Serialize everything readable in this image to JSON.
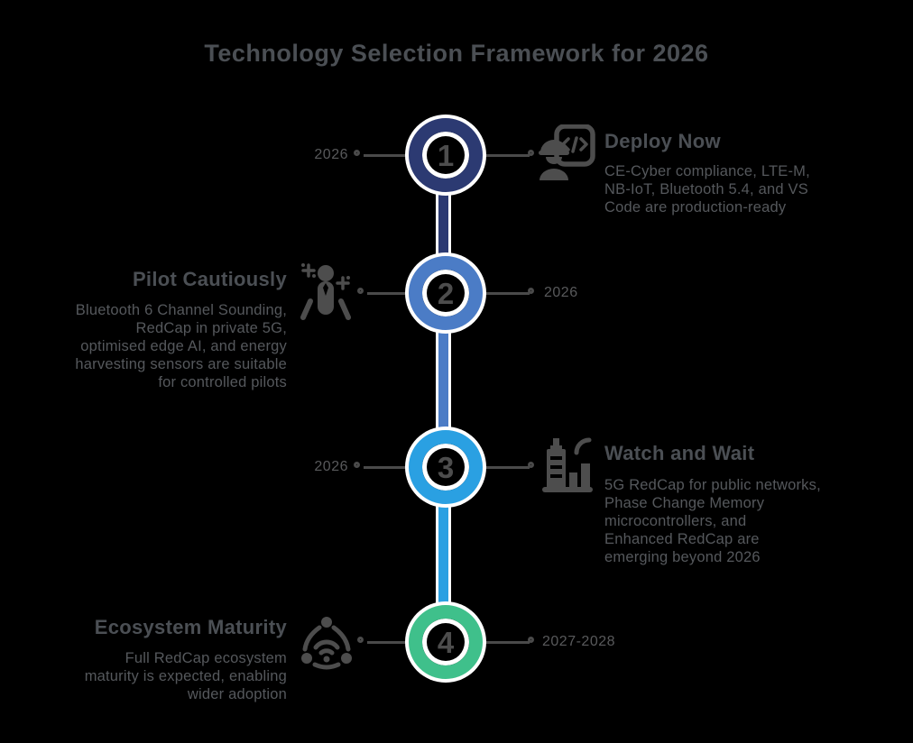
{
  "title": "Technology Selection Framework for 2026",
  "steps": [
    {
      "number": "1",
      "year": "2026",
      "heading": "Deploy Now",
      "body": "CE-Cyber compliance, LTE-M,\nNB-IoT, Bluetooth 5.4, and VS\nCode are production-ready",
      "side": "right",
      "color": "#2c3a72",
      "icon": "engineer-code-icon"
    },
    {
      "number": "2",
      "year": "2026",
      "heading": "Pilot Cautiously",
      "body": "Bluetooth 6 Channel Sounding,\nRedCap in private 5G,\noptimised edge AI, and energy\nharvesting sensors are suitable\nfor controlled pilots",
      "side": "left",
      "color": "#4b7cc6",
      "icon": "person-sparkles-icon"
    },
    {
      "number": "3",
      "year": "2026",
      "heading": "Watch and Wait",
      "body": "5G RedCap for public networks,\nPhase Change Memory\nmicrocontrollers, and\nEnhanced RedCap are\nemerging beyond 2026",
      "side": "right",
      "color": "#2aa0e2",
      "icon": "smart-building-signal-icon"
    },
    {
      "number": "4",
      "year": "2027-2028",
      "heading": "Ecosystem Maturity",
      "body": "Full RedCap ecosystem\nmaturity is expected, enabling\nwider adoption",
      "side": "left",
      "color": "#3fc08b",
      "icon": "ecosystem-network-icon"
    }
  ],
  "colors": {
    "background": "#000000",
    "step1": "#2c3a72",
    "step2": "#4b7cc6",
    "step3": "#2aa0e2",
    "step4": "#3fc08b",
    "text_heading": "#4b4f54",
    "text_body": "#55585c",
    "connector_gray": "#4a4a4a",
    "icon_gray": "#4d4d4d"
  }
}
